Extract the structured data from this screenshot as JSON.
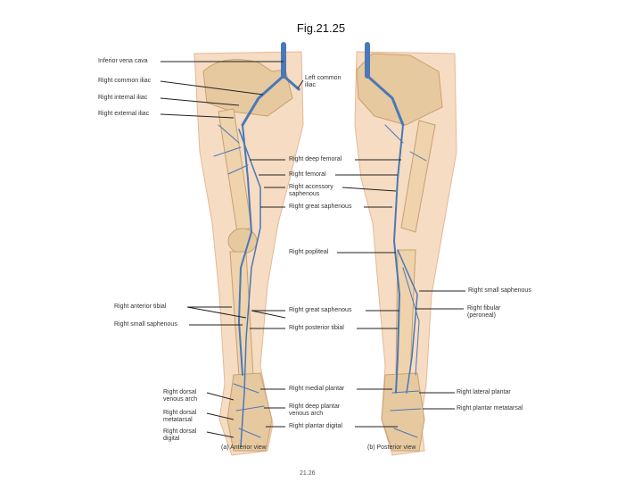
{
  "figure": {
    "title": "Fig.21.25",
    "page_number": "21.26",
    "views": [
      "(a) Anterior view",
      "(b) Posterior view"
    ]
  },
  "labels": {
    "left": [
      "Inferior vena cava",
      "Right common iliac",
      "Right internal iliac",
      "Right external iliac",
      "Right anterior tibial",
      "Right small saphenous",
      "Right dorsal venous arch",
      "Right dorsal metatarsal",
      "Right dorsal digital"
    ],
    "center": [
      "Left common iliac",
      "Right deep femoral",
      "Right femoral",
      "Right accessory saphenous",
      "Right great saphenous",
      "Right popliteal",
      "Right great saphenous",
      "Right posterior tibial",
      "Right medial plantar",
      "Right deep plantar venous arch",
      "Right plantar digital"
    ],
    "right": [
      "Right small saphenous",
      "Right fibular (peroneal)",
      "Right lateral plantar",
      "Right plantar metatarsal"
    ]
  },
  "colors": {
    "skin": "#f6dcc2",
    "bone": "#e7c9a0",
    "vein": "#4a78b8",
    "leader": "#222222"
  }
}
